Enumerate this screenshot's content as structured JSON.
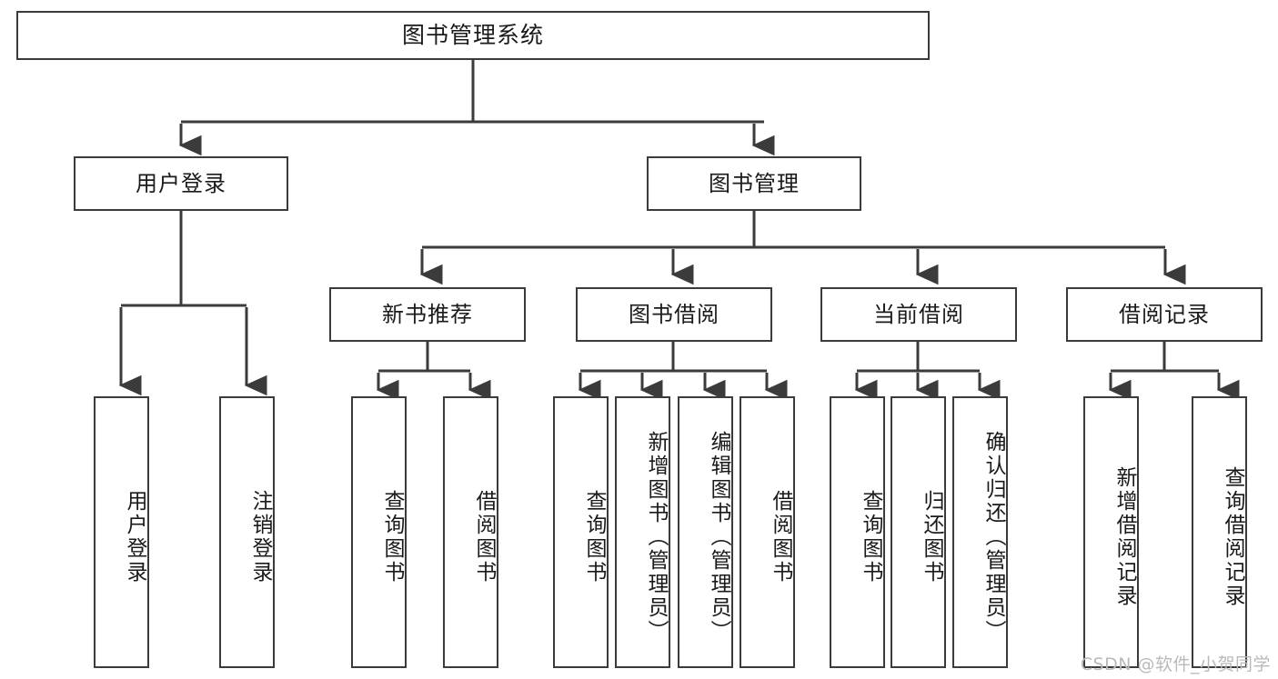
{
  "diagram": {
    "title": "图书管理系统",
    "type": "功能结构图",
    "watermark": "CSDN @软件_小贺同学",
    "stroke_color": "#3b3b3b",
    "fill_color": "#ffffff",
    "text_color": "#1a1a1a",
    "watermark_color": "#b9b9b9"
  },
  "nodes": {
    "root": {
      "label": "图书管理系统"
    },
    "level2": [
      {
        "id": "user-login",
        "label": "用户登录"
      },
      {
        "id": "book-manage",
        "label": "图书管理"
      }
    ],
    "level3": [
      {
        "id": "new-book-recommend",
        "label": "新书推荐"
      },
      {
        "id": "book-borrow",
        "label": "图书借阅"
      },
      {
        "id": "current-borrow",
        "label": "当前借阅"
      },
      {
        "id": "borrow-record",
        "label": "借阅记录"
      }
    ],
    "leaves": [
      {
        "id": "leaf-user-login",
        "label": "用户登录",
        "parent": "用户登录"
      },
      {
        "id": "leaf-logout",
        "label": "注销登录",
        "parent": "用户登录"
      },
      {
        "id": "leaf-query-book-1",
        "label": "查询图书",
        "parent": "新书推荐"
      },
      {
        "id": "leaf-borrow-book-1",
        "label": "借阅图书",
        "parent": "新书推荐"
      },
      {
        "id": "leaf-query-book-2",
        "label": "查询图书",
        "parent": "图书借阅"
      },
      {
        "id": "leaf-add-book",
        "label": "新增图书（管理员）",
        "parent": "图书借阅"
      },
      {
        "id": "leaf-edit-book",
        "label": "编辑图书（管理员）",
        "parent": "图书借阅"
      },
      {
        "id": "leaf-borrow-book-2",
        "label": "借阅图书",
        "parent": "图书借阅"
      },
      {
        "id": "leaf-query-book-3",
        "label": "查询图书",
        "parent": "当前借阅"
      },
      {
        "id": "leaf-return-book",
        "label": "归还图书",
        "parent": "当前借阅"
      },
      {
        "id": "leaf-confirm-return",
        "label": "确认归还（管理员）",
        "parent": "当前借阅"
      },
      {
        "id": "leaf-add-record",
        "label": "新增借阅记录",
        "parent": "借阅记录"
      },
      {
        "id": "leaf-query-record",
        "label": "查询借阅记录",
        "parent": "借阅记录"
      }
    ]
  }
}
